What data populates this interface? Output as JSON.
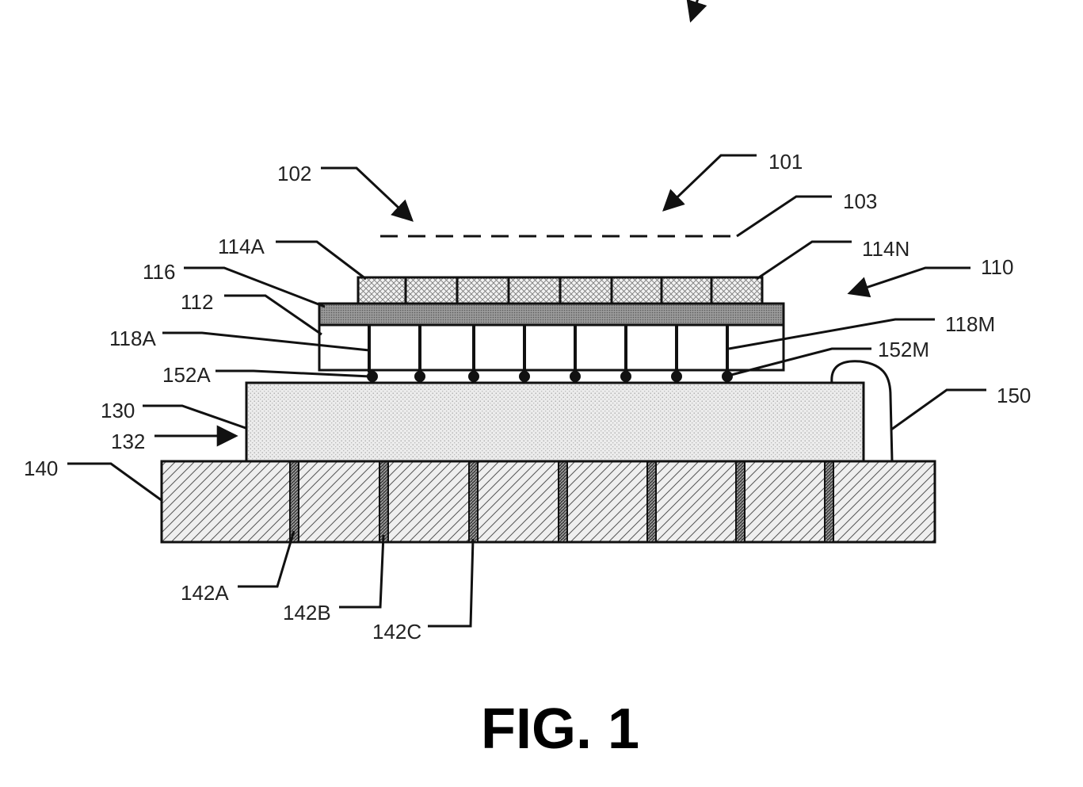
{
  "figure": {
    "title": "FIG. 1",
    "labels": {
      "l101": "101",
      "l102": "102",
      "l103": "103",
      "l110": "110",
      "l112": "112",
      "l114A": "114A",
      "l114N": "114N",
      "l116": "116",
      "l118A": "118A",
      "l118M": "118M",
      "l130": "130",
      "l132": "132",
      "l140": "140",
      "l142A": "142A",
      "l142B": "142B",
      "l142C": "142C",
      "l150": "150",
      "l152A": "152A",
      "l152M": "152M"
    }
  }
}
